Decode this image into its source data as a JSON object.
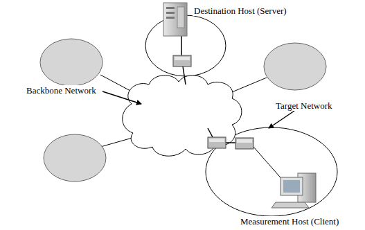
{
  "diagram": {
    "labels": [
      "Destination Host (Server)",
      "Backbone Network",
      "Target Network",
      "Measurement Host (Client)"
    ]
  }
}
